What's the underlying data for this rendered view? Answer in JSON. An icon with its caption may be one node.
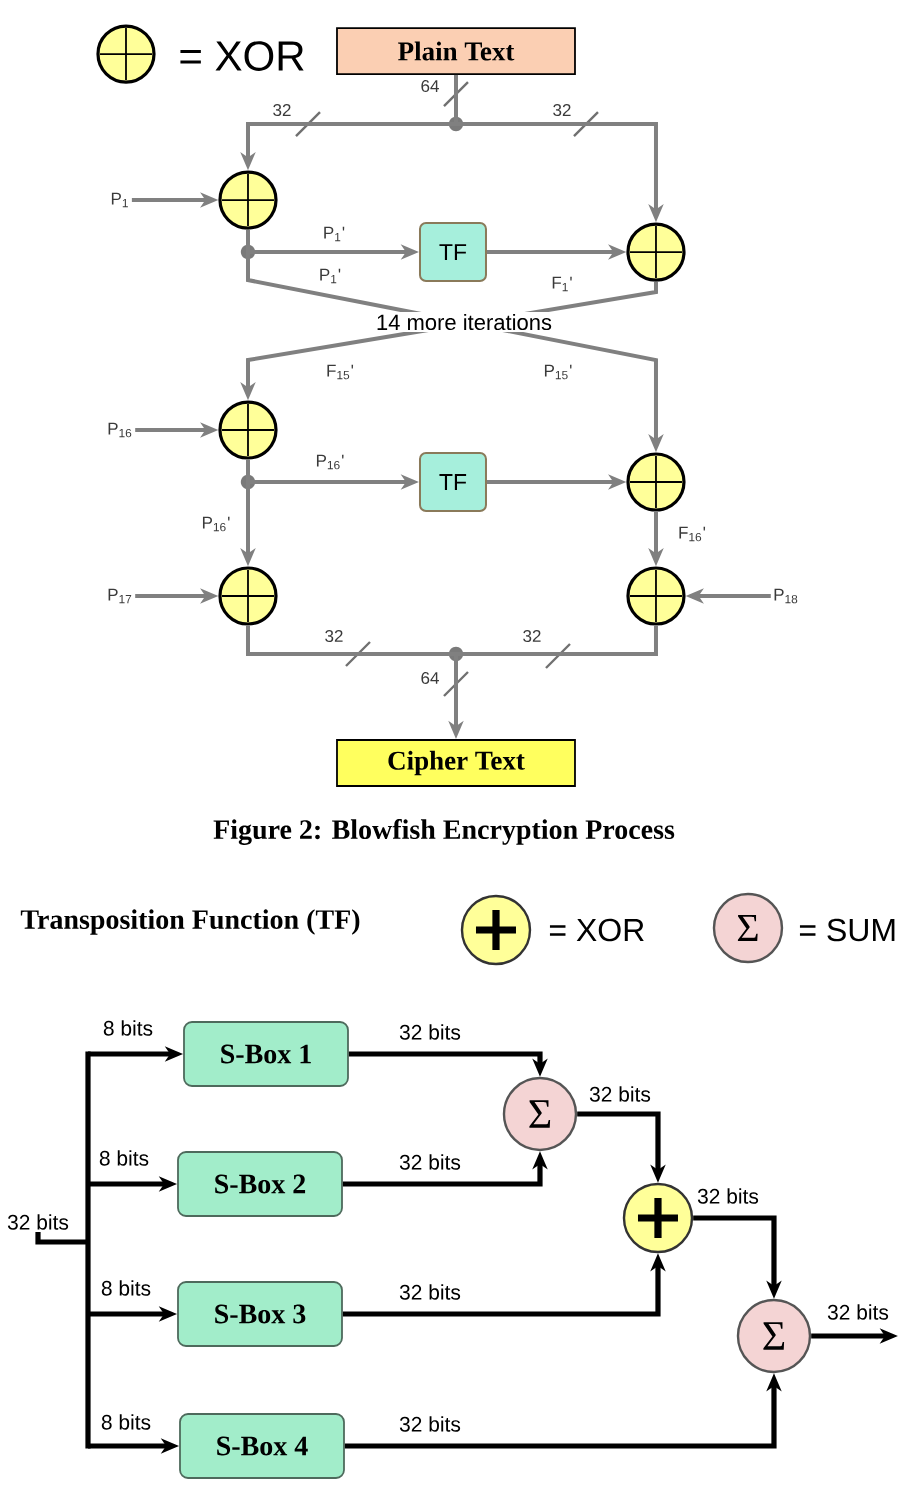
{
  "diagram": {
    "caption": "Figure 2: Blowfish Encryption Process",
    "nodes": [
      {
        "text": [
          "Plain Text"
        ]
      },
      {
        "text": [
          "P$_{1}$"
        ]
      },
      {
        "text": [],
        "shape": "circle"
      },
      {
        "text": [
          "TF"
        ]
      },
      {
        "text": [],
        "shape": "circle"
      },
      {
        "text": [
          "P$_{16}$"
        ]
      },
      {
        "text": [],
        "shape": "circle"
      },
      {
        "text": [
          "TF"
        ]
      },
      {
        "text": [],
        "shape": "circle"
      },
      {
        "text": [
          "P$_{17}$"
        ]
      },
      {
        "text": [],
        "shape": "circle"
      },
      {
        "text": [],
        "shape": "circle"
      },
      {
        "text": [
          "P$_{18}$"
        ]
      },
      {
        "text": [
          "Cipher Text"
        ]
      },
      {
        "text": [
          "32 bits"
        ]
      },
      {
        "text": [
          "S-Box 1"
        ]
      },
      {
        "text": [
          "S-Box 2"
        ]
      },
      {
        "text": [
          "S-Box 3"
        ]
      },
      {
        "text": [
          "S-Box 4"
        ]
      },
      {
        "text": [
          "Σ"
        ]
      },
      {
        "text": [],
        "shape": "circle"
      },
      {
        "text": [
          "Σ"
        ]
      }
    ],
    "edges": [
      {
        "from": 0,
        "to": 2,
        "arrow": "to",
        "label": "32"
      },
      {
        "from": 0,
        "to": 4,
        "arrow": "to",
        "label": "32"
      },
      {
        "from": 1,
        "to": 2,
        "arrow": "to"
      },
      {
        "from": 2,
        "to": 3,
        "arrow": "to",
        "label": "P$_{1}$'"
      },
      {
        "from": 3,
        "to": 4,
        "arrow": "to"
      },
      {
        "from": 2,
        "to": 8,
        "arrow": "to",
        "label": "P$_{1}$'"
      },
      {
        "from": 4,
        "to": 6,
        "arrow": "to",
        "label": "F$_{1}$'"
      },
      {
        "from": 5,
        "to": 6,
        "arrow": "to"
      },
      {
        "from": 6,
        "to": 7,
        "arrow": "to",
        "label": "P$_{16}$'"
      },
      {
        "from": 7,
        "to": 8,
        "arrow": "to"
      },
      {
        "from": 6,
        "to": 10,
        "arrow": "to",
        "label": "P$_{16}$'"
      },
      {
        "from": 8,
        "to": 11,
        "arrow": "to",
        "label": "F$_{16}$'"
      },
      {
        "from": 9,
        "to": 10,
        "arrow": "to"
      },
      {
        "from": 12,
        "to": 11,
        "arrow": "to"
      },
      {
        "from": 10,
        "to": 13,
        "arrow": "to",
        "label": "32"
      },
      {
        "from": 11,
        "to": 13,
        "arrow": "to",
        "label": "32"
      },
      {
        "from": 14,
        "to": 15,
        "arrow": "to",
        "label": "8 bits",
        "color": "#000000"
      },
      {
        "from": 14,
        "to": 16,
        "arrow": "to",
        "label": "8 bits",
        "color": "#000000"
      },
      {
        "from": 14,
        "to": 17,
        "arrow": "to",
        "label": "8 bits",
        "color": "#000000"
      },
      {
        "from": 14,
        "to": 18,
        "arrow": "to",
        "label": "8 bits",
        "color": "#000000"
      },
      {
        "from": 15,
        "to": 19,
        "arrow": "to",
        "label": "32 bits",
        "color": "#000000"
      },
      {
        "from": 16,
        "to": 19,
        "arrow": "to",
        "label": "32 bits",
        "color": "#000000"
      },
      {
        "from": 19,
        "to": 20,
        "arrow": "to",
        "label": "32 bits",
        "color": "#000000"
      },
      {
        "from": 17,
        "to": 20,
        "arrow": "to",
        "label": "32 bits",
        "color": "#000000"
      },
      {
        "from": 20,
        "to": 21,
        "arrow": "to",
        "label": "32 bits",
        "color": "#000000"
      },
      {
        "from": 18,
        "to": 21,
        "arrow": "to",
        "label": "32 bits",
        "color": "#000000"
      },
      {
        "from": 21,
        "to": null,
        "arrow": "to",
        "label": "32 bits",
        "color": "#000000"
      }
    ],
    "labels": [
      "64",
      "14 more iterations",
      "F$_{15}$'",
      "P$_{15}$'",
      "64",
      "Transposition Function (TF)",
      "Σ"
    ],
    "legend": [
      {
        "text": "= XOR"
      },
      {
        "text": "= XOR"
      },
      {
        "text": "= SUM"
      }
    ]
  }
}
